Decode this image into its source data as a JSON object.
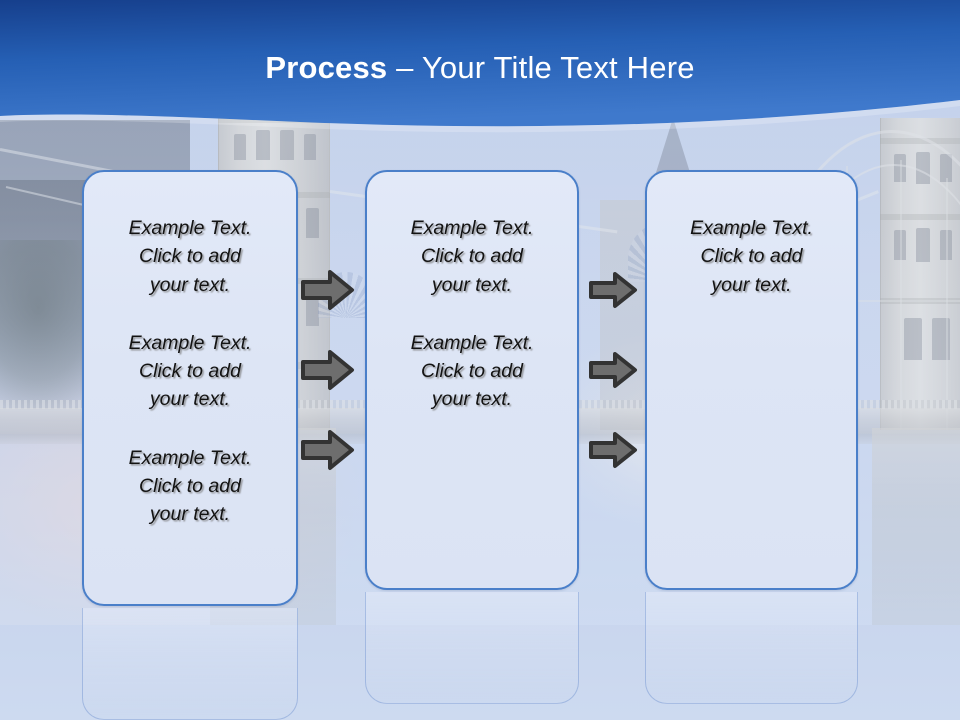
{
  "slide": {
    "title_strong": "Process",
    "title_rest": " – Your Title Text Here",
    "background_description": "Tower Bridge photo, washed out, with mirrored reflection at the bottom",
    "colors": {
      "header_blue_top": "#1f4e9c",
      "header_blue_bottom": "#3a72c8",
      "box_border": "#4a7fc9",
      "box_fill": "#dde5f5",
      "arrow_fill": "#6e6e6e",
      "arrow_outline": "#3a3a3a",
      "title_text": "#ffffff",
      "body_text": "#131313"
    }
  },
  "columns": [
    {
      "name": "column-1",
      "paragraphs": [
        "Example Text.\nClick  to add\nyour text.",
        "Example Text.\nClick  to add\nyour text.",
        "Example Text.\nClick  to add\nyour text."
      ]
    },
    {
      "name": "column-2",
      "paragraphs": [
        "Example Text.\nClick  to add\nyour text.",
        "Example Text.\nClick  to add\nyour text."
      ]
    },
    {
      "name": "column-3",
      "paragraphs": [
        "Example Text.\nClick  to add\nyour text."
      ]
    }
  ],
  "arrow_groups": [
    {
      "name": "arrows-col1-to-col2",
      "count": 3,
      "direction": "right"
    },
    {
      "name": "arrows-col2-to-col3",
      "count": 3,
      "direction": "right"
    }
  ]
}
